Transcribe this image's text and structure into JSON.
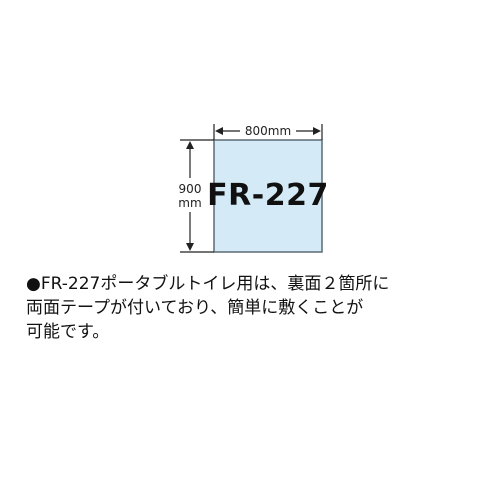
{
  "diagram": {
    "product_label": "FR-227",
    "width_label": "800mm",
    "height_value": "900",
    "height_unit": "mm",
    "fill_color": "#d4ebf7",
    "border_color": "#5b6b73"
  },
  "note": {
    "bullet": "●",
    "lines": [
      "FR-227ポータブルトイレ用は、裏面２箇所に",
      "両面テープが付いており、簡単に敷くことが",
      "可能です。"
    ]
  }
}
